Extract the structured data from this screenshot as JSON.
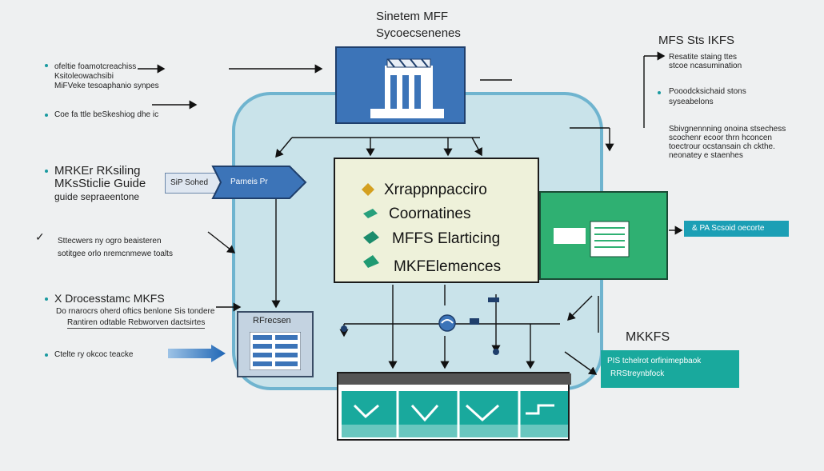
{
  "header": {
    "title_line1": "Sinetem MFF",
    "title_line2": "Sycoecsenenes"
  },
  "right_header": {
    "title": "MFS Sts IKFS",
    "line1": "Resatite staing ttes",
    "line2": "stcoe ncasumination",
    "line3": "Pooodcksichaid stons",
    "line4": "syseabelons",
    "line5": "Sbivgnennning onoina stsechess",
    "line6": "scochenr ecoor thrn hconcen",
    "line7": "toectrour ocstansain ch ckthe.",
    "line8": "neonatey e staenhes"
  },
  "left_notes": {
    "n1_line1": "ofeltie foamotcreachiss",
    "n1_line2": "Ksitoleowachsibi",
    "n1_line3": "MiFVeke tesoaphanio synpes",
    "n2": "Coe fa ttle beSkeshiog dhe ic",
    "heading_line1": "MRKEr RKsiling",
    "heading_line2": "MKsSticlie Guide",
    "heading_line3": "guide sepraeentone",
    "n3_line1": "Sttecwers ny ogro beaisteren",
    "n3_line2": "sotitgee orlo nremcnmewe toalts",
    "process_heading": "X Drocesstamc MKFS",
    "n4_line1": "Do rnarocrs oherd oftics benlone Sis tondere",
    "n4_line2": "Rantiren odtable Rebworven dactsirtes",
    "n5": "Ctelte ry okcoc teacke"
  },
  "arrow_tag": {
    "label": "SiP Sohed",
    "inner_label": "Parneis Pr"
  },
  "center_items": [
    {
      "label": "Xrrappnpacciro",
      "color": "#d4a020",
      "icon": "diamond-icon"
    },
    {
      "label": "Coornatines",
      "color": "#27a07c",
      "icon": "diamond-icon"
    },
    {
      "label": "MFFS Elarticing",
      "color": "#1c8c6c",
      "icon": "diamond-icon"
    },
    {
      "label": "MKFElemences",
      "color": "#1f9a72",
      "icon": "diamond-icon"
    }
  ],
  "side_bar": {
    "label": "& PA Scsoid oecorte"
  },
  "rframe": {
    "title": "RFrecsen"
  },
  "mkkfs": {
    "title": "MKKFS",
    "line1": "PIS tchelrot orfinimepbaok",
    "line2": "RRStreynbfock"
  },
  "colors": {
    "background": "#eef0f1",
    "frame_fill": "#c9e3ea",
    "frame_border": "#6fb4cf",
    "blue": "#3c74b8",
    "green": "#2fb072",
    "teal": "#19a99d",
    "center_fill": "#eef1da"
  }
}
